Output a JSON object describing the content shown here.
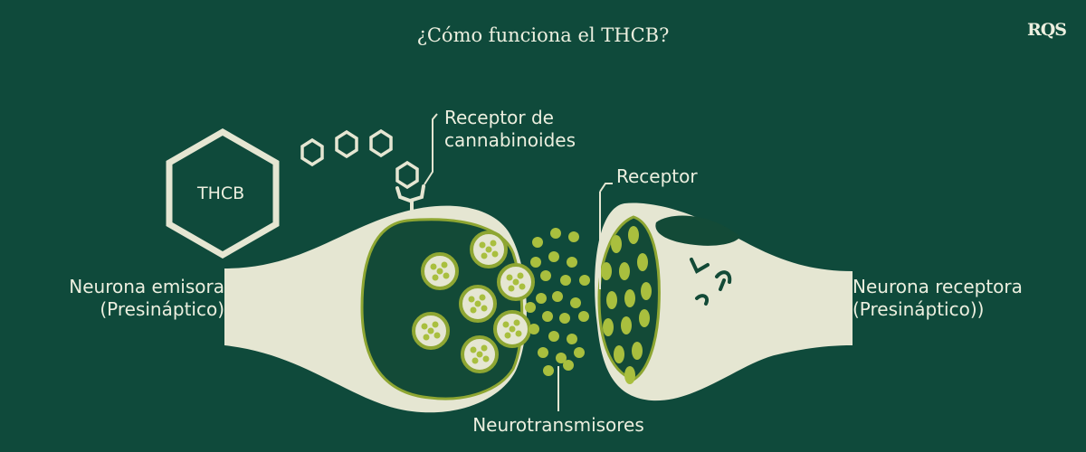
{
  "title": "¿Cómo funciona el THCB?",
  "brand": "RQS",
  "molecule_label": "THCB",
  "labels": {
    "receptor_cannabinoides": [
      "Receptor de",
      "cannabinoides"
    ],
    "receptor": "Receptor",
    "neurona_emisora": [
      "Neurona emisora",
      "(Presináptico)"
    ],
    "neurona_receptora": [
      "Neurona receptora",
      "(Presináptico))"
    ],
    "neurotransmisores": "Neurotransmisores"
  },
  "colors": {
    "background": "#0f4a3b",
    "cream": "#e5e6d2",
    "dark_green": "#134a37",
    "olive": "#8ea632",
    "light_olive": "#a9bf3e"
  }
}
